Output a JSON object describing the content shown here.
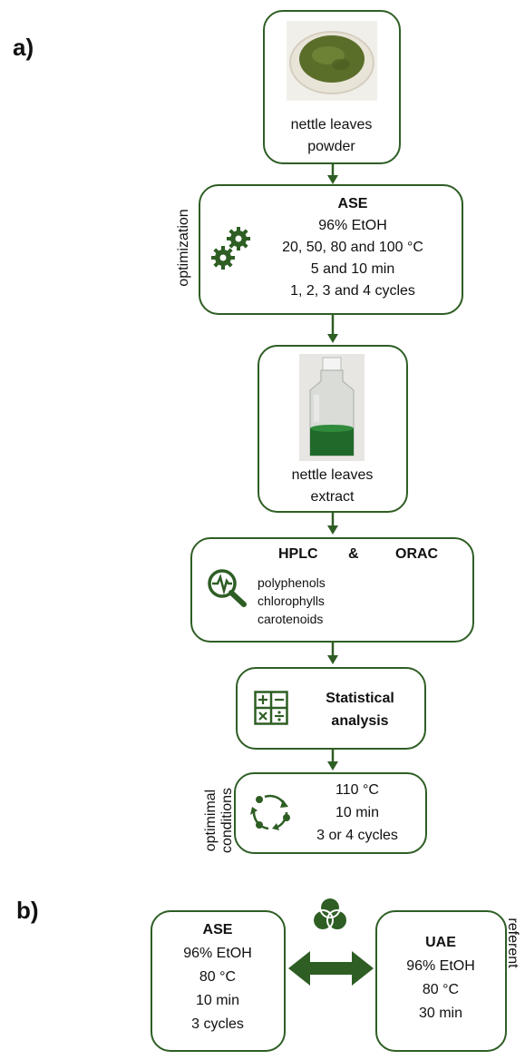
{
  "panels": {
    "a": "a)",
    "b": "b)"
  },
  "colors": {
    "accent": "#2e5e24",
    "text": "#111111"
  },
  "box1": {
    "image": "mortar-with-green-powder",
    "line1": "nettle leaves",
    "line2": "powder"
  },
  "side_label_optimization": "optimization",
  "box2": {
    "title": "ASE",
    "line1": "96% EtOH",
    "line2": "20, 50, 80 and 100 °C",
    "line3": "5 and 10 min",
    "line4": "1, 2, 3  and 4 cycles",
    "icon": "gears-icon"
  },
  "box3": {
    "image": "bottle-with-green-extract",
    "line1": "nettle leaves",
    "line2": "extract"
  },
  "box4": {
    "hplc": "HPLC",
    "amp": "&",
    "orac": "ORAC",
    "items": [
      "polyphenols",
      "chlorophylls",
      "carotenoids"
    ],
    "icon": "magnifier-pulse-icon"
  },
  "box5": {
    "line1": "Statistical",
    "line2": "analysis",
    "icon": "calculator-icon"
  },
  "side_label_conditions": [
    "optimimal",
    "conditions"
  ],
  "box6": {
    "line1": "110 °C",
    "line2": "10 min",
    "line3": "3 or 4 cycles",
    "icon": "cycle-icon"
  },
  "b_left": {
    "title": "ASE",
    "line1": "96% EtOH",
    "line2": "80 °C",
    "line3": "10 min",
    "line4": "3  cycles"
  },
  "b_right": {
    "title": "UAE",
    "line1": "96% EtOH",
    "line2": "80 °C",
    "line3": "30 min"
  },
  "side_label_referent": "referent",
  "b_icon": "venn-circles-icon"
}
